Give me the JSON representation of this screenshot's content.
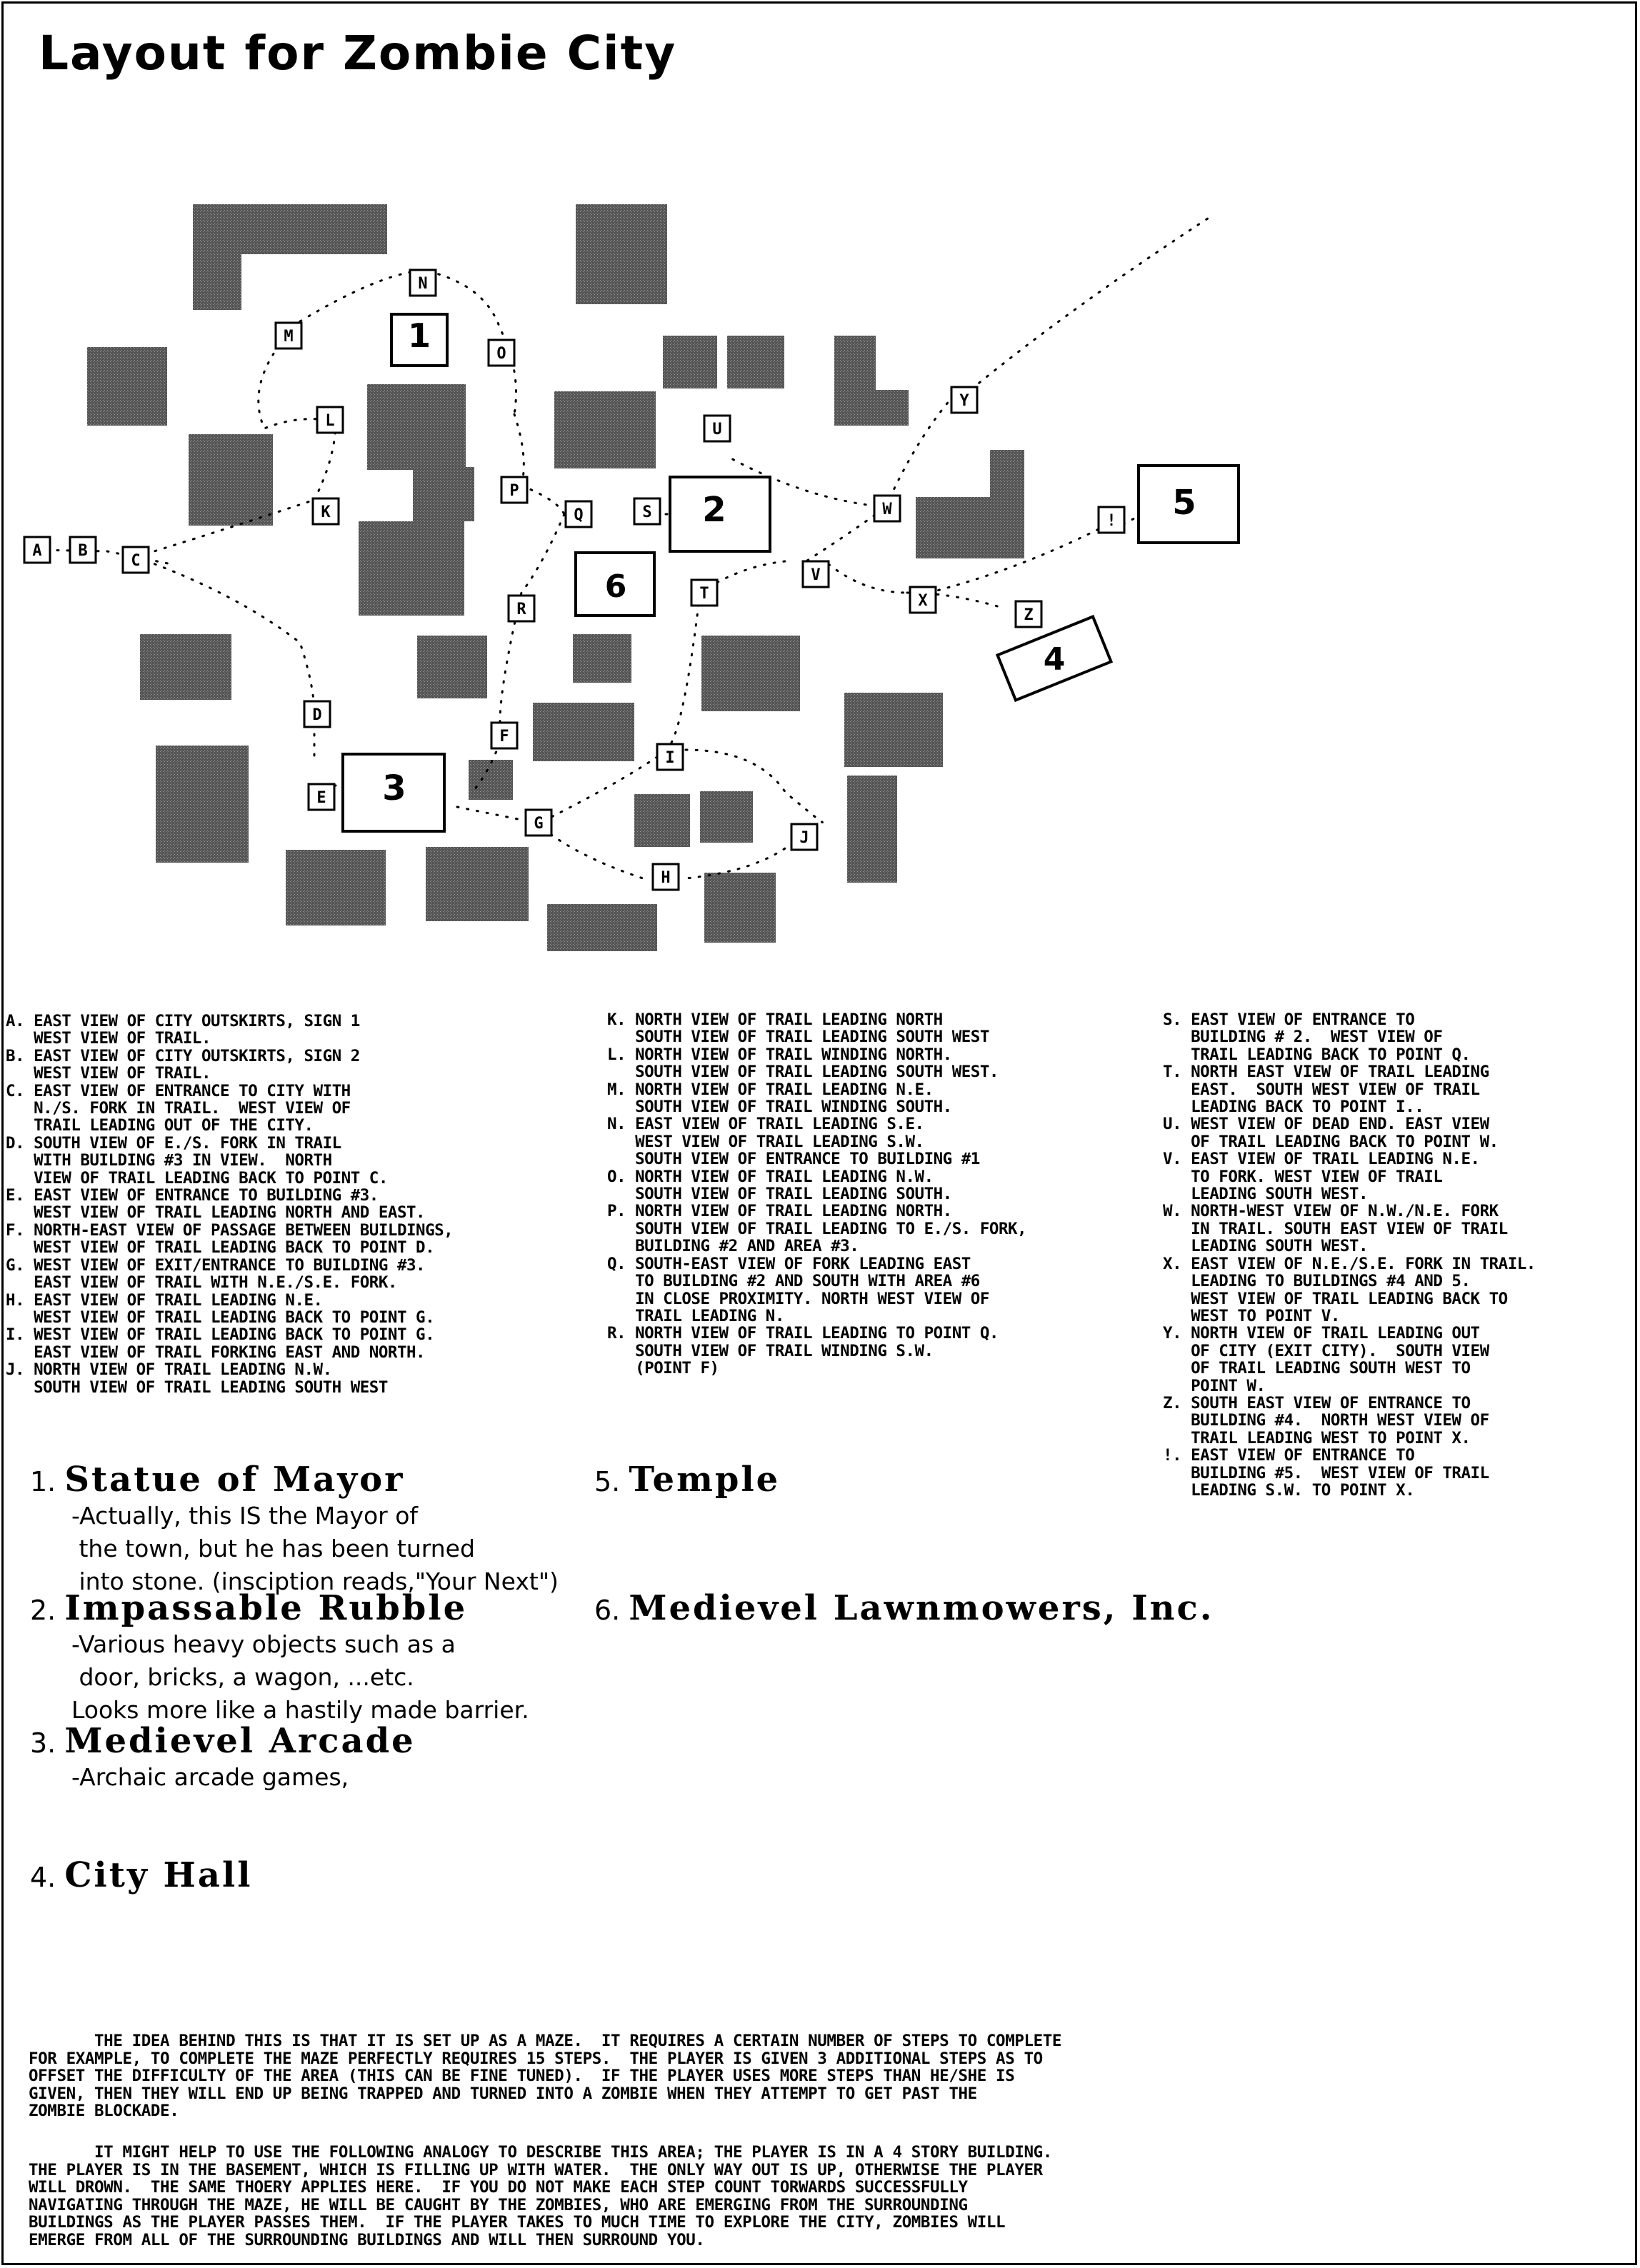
{
  "title": "Layout for Zombie City",
  "map": {
    "colors": {
      "building": "#555555",
      "ink": "#000000",
      "paper": "#ffffff"
    },
    "buildings": [
      {
        "id": "4",
        "label": "4"
      }
    ],
    "landmarks": [
      {
        "id": "1",
        "label": "1"
      },
      {
        "id": "2",
        "label": "2"
      },
      {
        "id": "3",
        "label": "3"
      },
      {
        "id": "5",
        "label": "5"
      },
      {
        "id": "6",
        "label": "6"
      }
    ],
    "points": [
      "A",
      "B",
      "C",
      "D",
      "E",
      "F",
      "G",
      "H",
      "I",
      "J",
      "K",
      "L",
      "M",
      "N",
      "O",
      "P",
      "Q",
      "R",
      "S",
      "T",
      "U",
      "V",
      "W",
      "X",
      "Y",
      "Z",
      "!"
    ]
  },
  "key": {
    "col1": [
      "A. EAST VIEW OF CITY OUTSKIRTS, SIGN 1\n   WEST VIEW OF TRAIL.",
      "B. EAST VIEW OF CITY OUTSKIRTS, SIGN 2\n   WEST VIEW OF TRAIL.",
      "C. EAST VIEW OF ENTRANCE TO CITY WITH\n   N./S. FORK IN TRAIL.  WEST VIEW OF\n   TRAIL LEADING OUT OF THE CITY.",
      "D. SOUTH VIEW OF E./S. FORK IN TRAIL\n   WITH BUILDING #3 IN VIEW.  NORTH\n   VIEW OF TRAIL LEADING BACK TO POINT C.",
      "E. EAST VIEW OF ENTRANCE TO BUILDING #3.\n   WEST VIEW OF TRAIL LEADING NORTH AND EAST.",
      "F. NORTH-EAST VIEW OF PASSAGE BETWEEN BUILDINGS,\n   WEST VIEW OF TRAIL LEADING BACK TO POINT D.",
      "G. WEST VIEW OF EXIT/ENTRANCE TO BUILDING #3.\n   EAST VIEW OF TRAIL WITH N.E./S.E. FORK.",
      "H. EAST VIEW OF TRAIL LEADING N.E.\n   WEST VIEW OF TRAIL LEADING BACK TO POINT G.",
      "I. WEST VIEW OF TRAIL LEADING BACK TO POINT G.\n   EAST VIEW OF TRAIL FORKING EAST AND NORTH.",
      "J. NORTH VIEW OF TRAIL LEADING N.W.\n   SOUTH VIEW OF TRAIL LEADING SOUTH WEST"
    ],
    "col2": [
      "K. NORTH VIEW OF TRAIL LEADING NORTH\n   SOUTH VIEW OF TRAIL LEADING SOUTH WEST",
      "L. NORTH VIEW OF TRAIL WINDING NORTH.\n   SOUTH VIEW OF TRAIL LEADING SOUTH WEST.",
      "M. NORTH VIEW OF TRAIL LEADING N.E.\n   SOUTH VIEW OF TRAIL WINDING SOUTH.",
      "N. EAST VIEW OF TRAIL LEADING S.E.\n   WEST VIEW OF TRAIL LEADING S.W.\n   SOUTH VIEW OF ENTRANCE TO BUILDING #1",
      "O. NORTH VIEW OF TRAIL LEADING N.W.\n   SOUTH VIEW OF TRAIL LEADING SOUTH.",
      "P. NORTH VIEW OF TRAIL LEADING NORTH.\n   SOUTH VIEW OF TRAIL LEADING TO E./S. FORK,\n   BUILDING #2 AND AREA #3.",
      "Q. SOUTH-EAST VIEW OF FORK LEADING EAST\n   TO BUILDING #2 AND SOUTH WITH AREA #6\n   IN CLOSE PROXIMITY. NORTH WEST VIEW OF\n   TRAIL LEADING N.",
      "R. NORTH VIEW OF TRAIL LEADING TO POINT Q.\n   SOUTH VIEW OF TRAIL WINDING S.W.\n   (POINT F)"
    ],
    "col3": [
      "S. EAST VIEW OF ENTRANCE TO\n   BUILDING # 2.  WEST VIEW OF\n   TRAIL LEADING BACK TO POINT Q.",
      "T. NORTH EAST VIEW OF TRAIL LEADING\n   EAST.  SOUTH WEST VIEW OF TRAIL\n   LEADING BACK TO POINT I..",
      "U. WEST VIEW OF DEAD END. EAST VIEW\n   OF TRAIL LEADING BACK TO POINT W.",
      "V. EAST VIEW OF TRAIL LEADING N.E.\n   TO FORK. WEST VIEW OF TRAIL\n   LEADING SOUTH WEST.",
      "W. NORTH-WEST VIEW OF N.W./N.E. FORK\n   IN TRAIL. SOUTH EAST VIEW OF TRAIL\n   LEADING SOUTH WEST.",
      "X. EAST VIEW OF N.E./S.E. FORK IN TRAIL.\n   LEADING TO BUILDINGS #4 AND 5.\n   WEST VIEW OF TRAIL LEADING BACK TO\n   WEST TO POINT V.",
      "Y. NORTH VIEW OF TRAIL LEADING OUT\n   OF CITY (EXIT CITY).  SOUTH VIEW\n   OF TRAIL LEADING SOUTH WEST TO\n   POINT W.",
      "Z. SOUTH EAST VIEW OF ENTRANCE TO\n   BUILDING #4.  NORTH WEST VIEW OF\n   TRAIL LEADING WEST TO POINT X.",
      "!. EAST VIEW OF ENTRANCE TO\n   BUILDING #5.  WEST VIEW OF TRAIL\n   LEADING S.W. TO POINT X."
    ]
  },
  "legend": [
    {
      "num": "1.",
      "name": "Statue of Mayor",
      "desc": "-Actually, this IS the Mayor of\n the town, but he has been turned\n into stone. (insciption reads,\"Your Next\")"
    },
    {
      "num": "2.",
      "name": "Impassable Rubble",
      "desc": "-Various heavy objects such as a\n door, bricks, a wagon, ...etc.\nLooks more like a hastily made barrier."
    },
    {
      "num": "3.",
      "name": "Medievel Arcade",
      "desc": "-Archaic arcade games,"
    },
    {
      "num": "4.",
      "name": "City Hall",
      "desc": ""
    },
    {
      "num": "5.",
      "name": "Temple",
      "desc": ""
    },
    {
      "num": "6.",
      "name": "Medievel Lawnmowers, Inc.",
      "desc": ""
    }
  ],
  "paragraphs": [
    "       THE IDEA BEHIND THIS IS THAT IT IS SET UP AS A MAZE.  IT REQUIRES A CERTAIN NUMBER OF STEPS TO COMPLETE\nFOR EXAMPLE, TO COMPLETE THE MAZE PERFECTLY REQUIRES 15 STEPS.  THE PLAYER IS GIVEN 3 ADDITIONAL STEPS AS TO\nOFFSET THE DIFFICULTY OF THE AREA (THIS CAN BE FINE TUNED).  IF THE PLAYER USES MORE STEPS THAN HE/SHE IS\nGIVEN, THEN THEY WILL END UP BEING TRAPPED AND TURNED INTO A ZOMBIE WHEN THEY ATTEMPT TO GET PAST THE\nZOMBIE BLOCKADE.",
    "       IT MIGHT HELP TO USE THE FOLLOWING ANALOGY TO DESCRIBE THIS AREA; THE PLAYER IS IN A 4 STORY BUILDING.\nTHE PLAYER IS IN THE BASEMENT, WHICH IS FILLING UP WITH WATER.  THE ONLY WAY OUT IS UP, OTHERWISE THE PLAYER\nWILL DROWN.  THE SAME THOERY APPLIES HERE.  IF YOU DO NOT MAKE EACH STEP COUNT TORWARDS SUCCESSFULLY\nNAVIGATING THROUGH THE MAZE, HE WILL BE CAUGHT BY THE ZOMBIES, WHO ARE EMERGING FROM THE SURROUNDING\nBUILDINGS AS THE PLAYER PASSES THEM.  IF THE PLAYER TAKES TO MUCH TIME TO EXPLORE THE CITY, ZOMBIES WILL\nEMERGE FROM ALL OF THE SURROUNDING BUILDINGS AND WILL THEN SURROUND YOU."
  ]
}
